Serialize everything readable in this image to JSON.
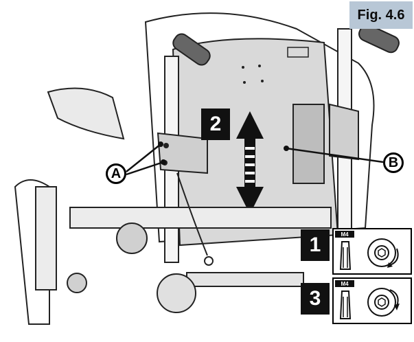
{
  "figure": {
    "label": "Fig. 4.6"
  },
  "steps": {
    "step2": "2",
    "step1": "1",
    "step3": "3"
  },
  "callouts": {
    "a": "A",
    "b": "B"
  },
  "tools": {
    "tool1": {
      "size": "M4"
    },
    "tool3": {
      "size": "M4"
    }
  },
  "colors": {
    "badge_bg": "#b8c7d6",
    "ink": "#111111",
    "panel": "#d9d9d9"
  }
}
